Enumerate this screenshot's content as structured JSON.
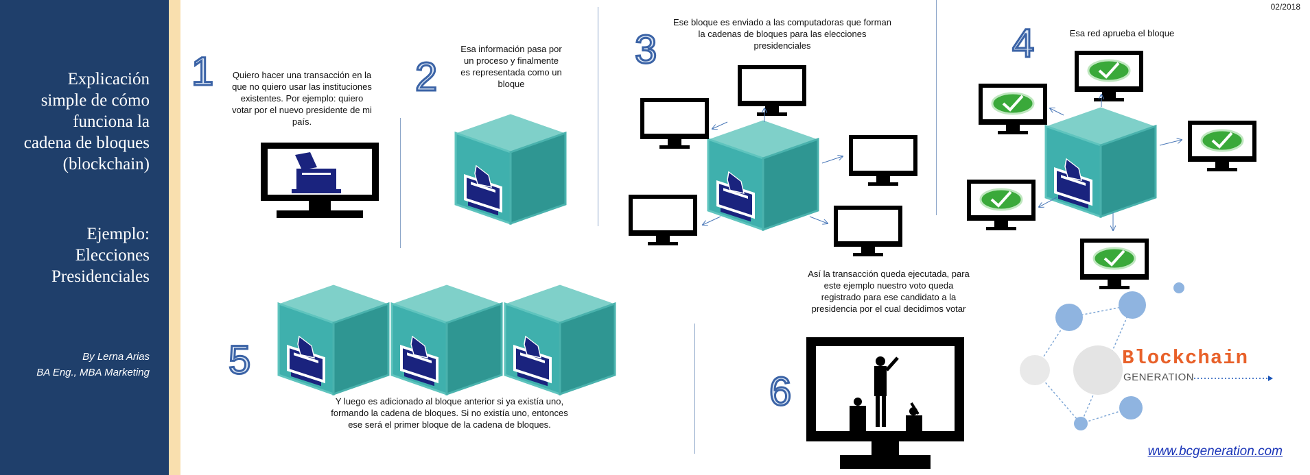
{
  "sidebar": {
    "title": "Explicación\nsimple de cómo\nfunciona  la\ncadena de bloques\n(blockchain)",
    "example": "Ejemplo:\nElecciones\nPresidenciales",
    "author": "By Lerna Arias\nBA Eng.,  MBA Marketing"
  },
  "date": "02/2018",
  "steps": [
    {
      "number": "1",
      "text": "Quiero hacer una transacción en la que no quiero usar las instituciones existentes. Por ejemplo: quiero votar por el nuevo presidente de mi país."
    },
    {
      "number": "2",
      "text": "Esa información pasa por un proceso y finalmente es representada como un bloque"
    },
    {
      "number": "3",
      "text": "Ese bloque es enviado a  las computadoras que forman la cadenas de bloques para las elecciones presidenciales"
    },
    {
      "number": "4",
      "text": "Esa red aprueba el bloque"
    },
    {
      "number": "5",
      "text": "Y luego es adicionado al bloque anterior si ya existía uno, formando la cadena de bloques. Si no existía uno, entonces ese será el primer bloque de la cadena de bloques."
    },
    {
      "number": "6",
      "text": "Así la transacción queda ejecutada, para este ejemplo nuestro voto queda registrado para ese candidato a la presidencia por el cual decidimos votar"
    }
  ],
  "logo": {
    "main": "Blockchain",
    "sub": "GENERATION"
  },
  "url": "www.bcgeneration.com",
  "colors": {
    "sidebar": "#1f3f6b",
    "stripe": "#f9dfae",
    "cube_front": "#3fb0ad",
    "cube_top": "#7fd0c9",
    "cube_side": "#2f9692",
    "vote_icon": "#1a237e",
    "check": "#2e9b2e"
  }
}
